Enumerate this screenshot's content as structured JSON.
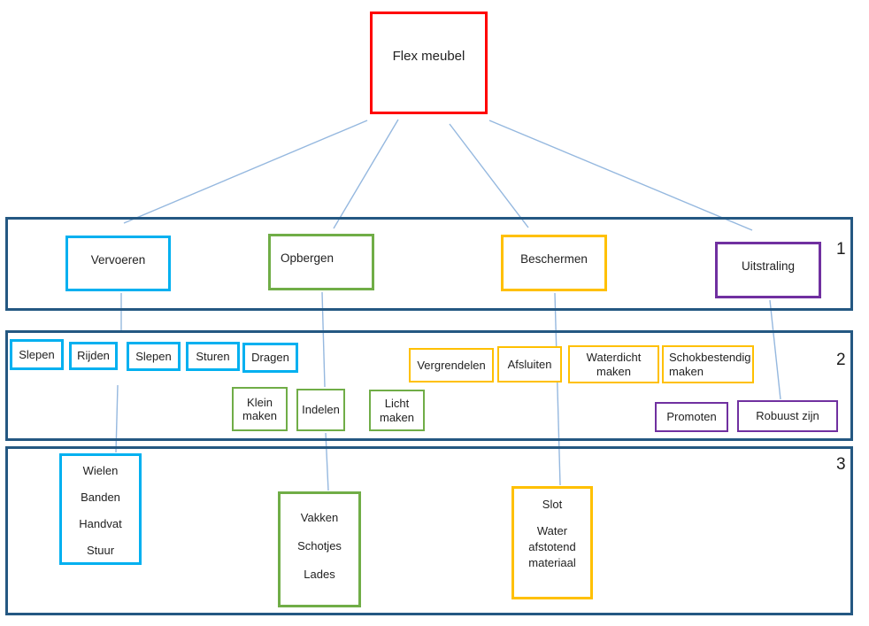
{
  "root": {
    "label": "Flex meubel"
  },
  "tiers": [
    {
      "number": "1"
    },
    {
      "number": "2"
    },
    {
      "number": "3"
    }
  ],
  "level1": {
    "vervoeren": "Vervoeren",
    "opbergen": "Opbergen",
    "beschermen": "Beschermen",
    "uitstraling": "Uitstraling"
  },
  "level2": {
    "slepen1": "Slepen",
    "rijden": "Rijden",
    "slepen2": "Slepen",
    "sturen": "Sturen",
    "dragen": "Dragen",
    "klein_maken": "Klein maken",
    "indelen": "Indelen",
    "licht_maken": "Licht maken",
    "vergrendelen": "Vergrendelen",
    "afsluiten": "Afsluiten",
    "waterdicht_maken": "Waterdicht maken",
    "schokbestendig_maken": "Schokbestendig maken",
    "promoten": "Promoten",
    "robuust_zijn": "Robuust zijn"
  },
  "level3": {
    "vervoeren_parts": [
      "Wielen",
      "Banden",
      "Handvat",
      "Stuur"
    ],
    "opbergen_parts": [
      "Vakken",
      "Schotjes",
      "Lades"
    ],
    "beschermen_parts": [
      "Slot",
      "Water afstotend materiaal"
    ]
  },
  "colors": {
    "root_border": "#ff0000",
    "transport": "#00b0f0",
    "storage": "#70ad47",
    "protect": "#ffc000",
    "appearance": "#7030a0",
    "frame": "#245882",
    "connector": "#95b8df"
  }
}
